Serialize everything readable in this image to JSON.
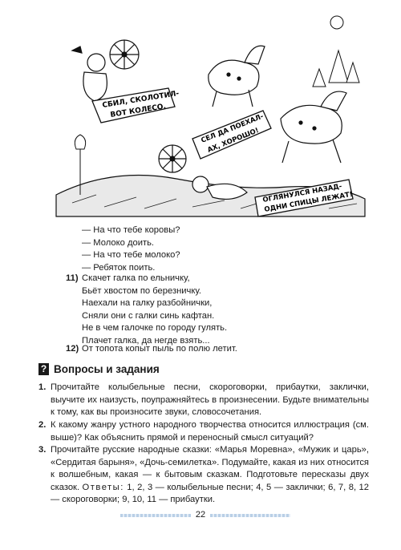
{
  "illustration": {
    "banner1": [
      "СБИЛ, СКОЛОТИЛ-",
      "ВОТ КОЛЕСО."
    ],
    "banner2": [
      "СЕЛ ДА ПОЕХАЛ-",
      "АХ, ХОРОШО!"
    ],
    "banner3": [
      "ОГЛЯНУЛСЯ НАЗАД-",
      "ОДНИ СПИЦЫ ЛЕЖАТ!"
    ]
  },
  "dialog": [
    "— На что тебе коровы?",
    "— Молоко доить.",
    "— На что тебе молоко?",
    "— Ребяток поить."
  ],
  "item11": {
    "number": "11)",
    "lines": [
      "Скачет галка по ельничку,",
      "Бьёт хвостом по березничку.",
      "Наехали на галку разбойнички,",
      "Сняли они с галки синь кафтан.",
      "Не в чем галочке по городу гулять.",
      "Плачет галка, да негде взять..."
    ]
  },
  "item12": {
    "number": "12)",
    "text": "От топота копыт пыль по полю летит."
  },
  "section": {
    "icon": "?",
    "title": "Вопросы и задания"
  },
  "questions": [
    {
      "number": "1.",
      "text": "Прочитайте колыбельные песни, скороговорки, прибаутки, заклички, выучите их наизусть, поупражняйтесь в произнесении. Будьте внимательны к тому, как вы произносите звуки, словосочетания."
    },
    {
      "number": "2.",
      "text": "К какому жанру устного народного творчества относится иллюстрация (см. выше)? Как объяснить прямой и переносный смысл ситуаций?"
    },
    {
      "number": "3.",
      "text": "Прочитайте русские народные сказки: «Марья Моревна», «Мужик и царь», «Сердитая барыня», «Дочь-семилетка». Подумайте, какая из них относится к волшебным, какая — к бытовым сказкам. Подготовьте пересказы двух сказок."
    }
  ],
  "answers": {
    "label": "Ответы:",
    "text": " 1, 2, 3 — колыбельные песни; 4, 5 — заклички; 6, 7, 8, 12 — скороговорки; 9, 10, 11 — прибаутки."
  },
  "page_number": "22"
}
